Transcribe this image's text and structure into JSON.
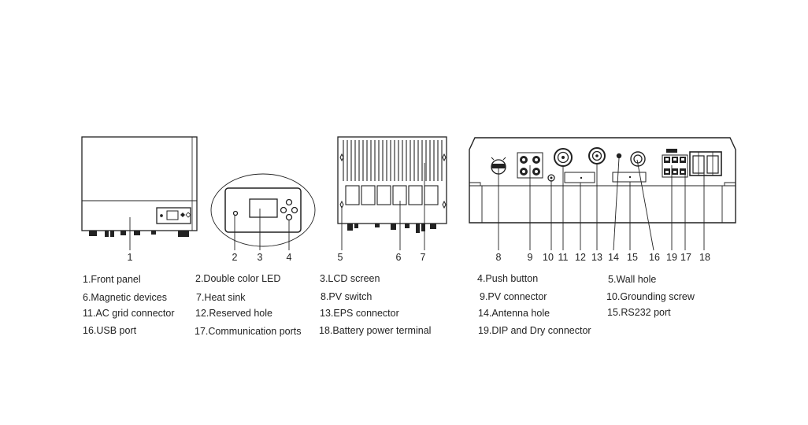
{
  "callouts": {
    "c1": "1",
    "c2": "2",
    "c3": "3",
    "c4": "4",
    "c5": "5",
    "c6": "6",
    "c7": "7",
    "c8": "8",
    "c9": "9",
    "c10": "10",
    "c11": "11",
    "c12": "12",
    "c13": "13",
    "c14": "14",
    "c15": "15",
    "c16": "16",
    "c19": "19",
    "c17": "17",
    "c18": "18"
  },
  "legend": {
    "front_panel": "1.Front panel",
    "double_color_led": "2.Double color LED",
    "lcd_screen": "3.LCD screen",
    "push_button": "4.Push button",
    "wall_hole": "5.Wall hole",
    "magnetic_devices": "6.Magnetic devices",
    "heat_sink": "7.Heat sink",
    "pv_switch": "8.PV switch",
    "pv_connector": "9.PV connector",
    "grounding_screw": "10.Grounding screw",
    "ac_grid_connector": "11.AC grid connector",
    "reserved_hole": "12.Reserved hole",
    "eps_connector": "13.EPS connector",
    "antenna_hole": "14.Antenna hole",
    "rs232_port": "15.RS232  port",
    "usb_port": "16.USB port",
    "communication_ports": "17.Communication ports",
    "battery_power_terminal": "18.Battery power terminal",
    "dip_dry_connector": "19.DIP and Dry connector"
  }
}
